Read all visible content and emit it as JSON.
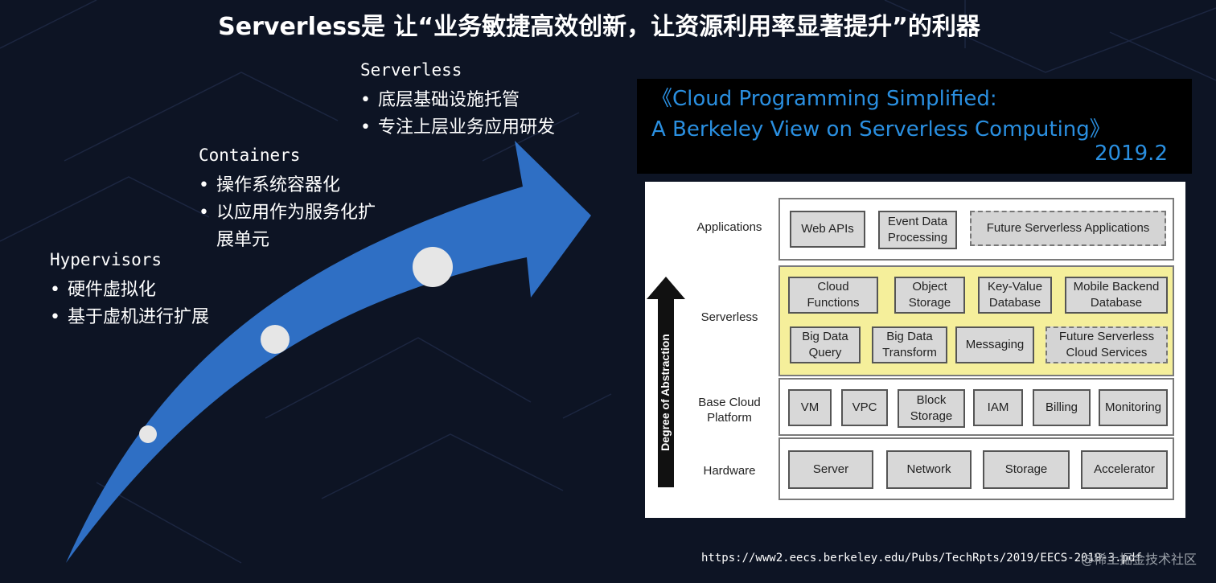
{
  "title": "Serverless是 让“业务敏捷高效创新，让资源利用率显著提升”的利器",
  "colors": {
    "background": "#0d1424",
    "arrow": "#2f6fc4",
    "paper_title": "#2a8fe0",
    "serverless_layer": "#f5ef9b"
  },
  "stages": [
    {
      "head": "Hypervisors",
      "bullets": [
        "硬件虚拟化",
        "基于虚机进行扩展"
      ]
    },
    {
      "head": "Containers",
      "bullets": [
        "操作系统容器化",
        "以应用作为服务化扩",
        "展单元"
      ]
    },
    {
      "head": "Serverless",
      "bullets": [
        "底层基础设施托管",
        "专注上层业务应用研发"
      ]
    }
  ],
  "paper": {
    "line1": "《Cloud Programming Simplified:",
    "line2": "A Berkeley View on Serverless Computing》",
    "date": "2019.2"
  },
  "figure": {
    "axis_label": "Degree of Abstraction",
    "layers": {
      "applications": {
        "label": "Applications",
        "boxes": [
          "Web APIs",
          "Event Data Processing"
        ],
        "future": "Future Serverless Applications"
      },
      "serverless": {
        "label": "Serverless",
        "row1": [
          "Cloud Functions",
          "Object Storage",
          "Key-Value Database",
          "Mobile Backend Database"
        ],
        "row2": [
          "Big Data Query",
          "Big Data Transform",
          "Messaging"
        ],
        "future": "Future Serverless Cloud Services"
      },
      "base": {
        "label": "Base Cloud Platform",
        "boxes": [
          "VM",
          "VPC",
          "Block Storage",
          "IAM",
          "Billing",
          "Monitoring"
        ]
      },
      "hardware": {
        "label": "Hardware",
        "boxes": [
          "Server",
          "Network",
          "Storage",
          "Accelerator"
        ]
      }
    }
  },
  "url": "https://www2.eecs.berkeley.edu/Pubs/TechRpts/2019/EECS-2019-3.pdf",
  "watermark": "@稀土掘金技术社区"
}
